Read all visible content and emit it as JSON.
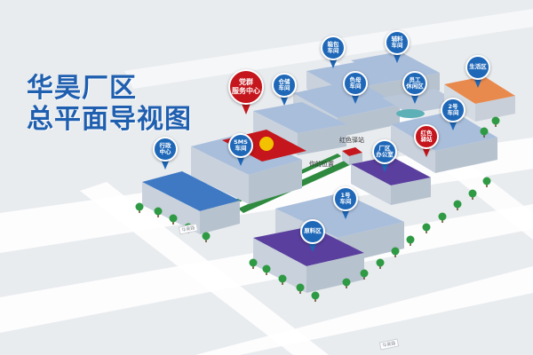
{
  "map": {
    "title_line1": "华昊厂区",
    "title_line2": "总平面导视图",
    "colors": {
      "background": "#e9ecef",
      "road": "#ffffff",
      "building_top": "#a9bedb",
      "building_side": "#c8d1dc",
      "blue_roof": "#3f79c4",
      "purple_roof": "#5a3f9e",
      "orange_roof": "#e88a4e",
      "red_plaza": "#c4161c",
      "green_belt": "#2e8a3e",
      "pin_blue": "#1f68b8",
      "pin_red": "#c4161c",
      "title": "#1f5fb0"
    },
    "markers": [
      {
        "id": "party",
        "label": "党群\n服务中心",
        "color": "red",
        "icon": "location-pin-icon"
      },
      {
        "id": "storage",
        "label": "仓储\n车间",
        "color": "blue",
        "icon": "location-pin-icon"
      },
      {
        "id": "box",
        "label": "箱包\n车间",
        "color": "blue",
        "icon": "location-pin-icon"
      },
      {
        "id": "aux",
        "label": "辅料\n车间",
        "color": "blue",
        "icon": "location-pin-icon"
      },
      {
        "id": "dye",
        "label": "色母\n车间",
        "color": "blue",
        "icon": "location-pin-icon"
      },
      {
        "id": "rest",
        "label": "员工\n休闲区",
        "color": "blue",
        "icon": "location-pin-icon"
      },
      {
        "id": "life",
        "label": "生活区",
        "color": "blue",
        "icon": "location-pin-icon"
      },
      {
        "id": "ws2",
        "label": "2号\n车间",
        "color": "blue",
        "icon": "location-pin-icon"
      },
      {
        "id": "redpost",
        "label": "红色\n驿站",
        "color": "red",
        "icon": "location-pin-icon"
      },
      {
        "id": "admin",
        "label": "行政\n中心",
        "color": "blue",
        "icon": "location-pin-icon"
      },
      {
        "id": "sms",
        "label": "SMS\n车间",
        "color": "blue",
        "icon": "location-pin-icon"
      },
      {
        "id": "office",
        "label": "厂区\n办公室",
        "color": "blue",
        "icon": "location-pin-icon"
      },
      {
        "id": "ws1",
        "label": "1号\n车间",
        "color": "blue",
        "icon": "location-pin-icon"
      },
      {
        "id": "raw",
        "label": "原料区",
        "color": "blue",
        "icon": "location-pin-icon"
      }
    ],
    "redpost_label": "红色驿站",
    "you_are_here": "你的位置",
    "road_tag": "华昊路"
  }
}
